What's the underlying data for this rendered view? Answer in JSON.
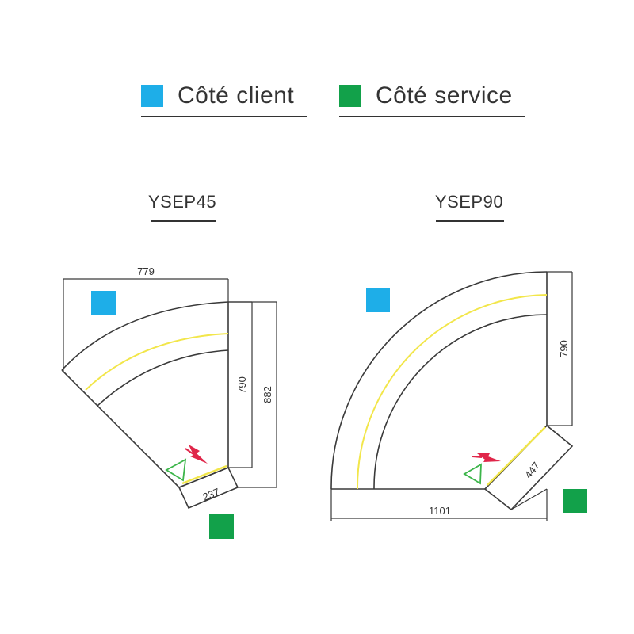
{
  "legend": {
    "client_label": "Côté client",
    "service_label": "Côté service"
  },
  "colors": {
    "client": "#1eaee8",
    "service": "#12a14a",
    "outline": "#3a3a3a",
    "yellow_line": "#f2e64a",
    "arrow": "#e0264a",
    "triangle": "#3cb54a"
  },
  "models": {
    "ysep45": {
      "title": "YSEP45",
      "dims": {
        "top": "779",
        "inner": "790",
        "outer": "882",
        "end": "237"
      }
    },
    "ysep90": {
      "title": "YSEP90",
      "dims": {
        "right": "790",
        "bottom": "1101",
        "end": "447"
      }
    }
  }
}
